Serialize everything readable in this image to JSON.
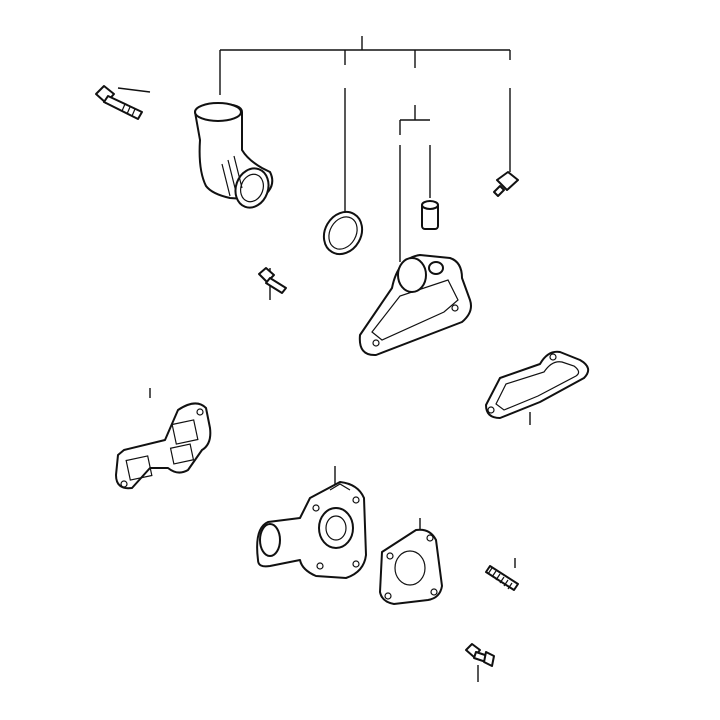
{
  "diagram": {
    "type": "exploded-parts-view",
    "line_color": "#111111",
    "background": "#ffffff",
    "parts": [
      "bolt-upper-left",
      "coolant-elbow-pipe",
      "o-ring",
      "thermostat-plug",
      "bleed-screw",
      "small-bolt",
      "thermostat-housing",
      "housing-gasket-right",
      "manifold-gasket-left",
      "water-outlet-housing",
      "square-gasket",
      "stud",
      "bolt-lower"
    ]
  }
}
